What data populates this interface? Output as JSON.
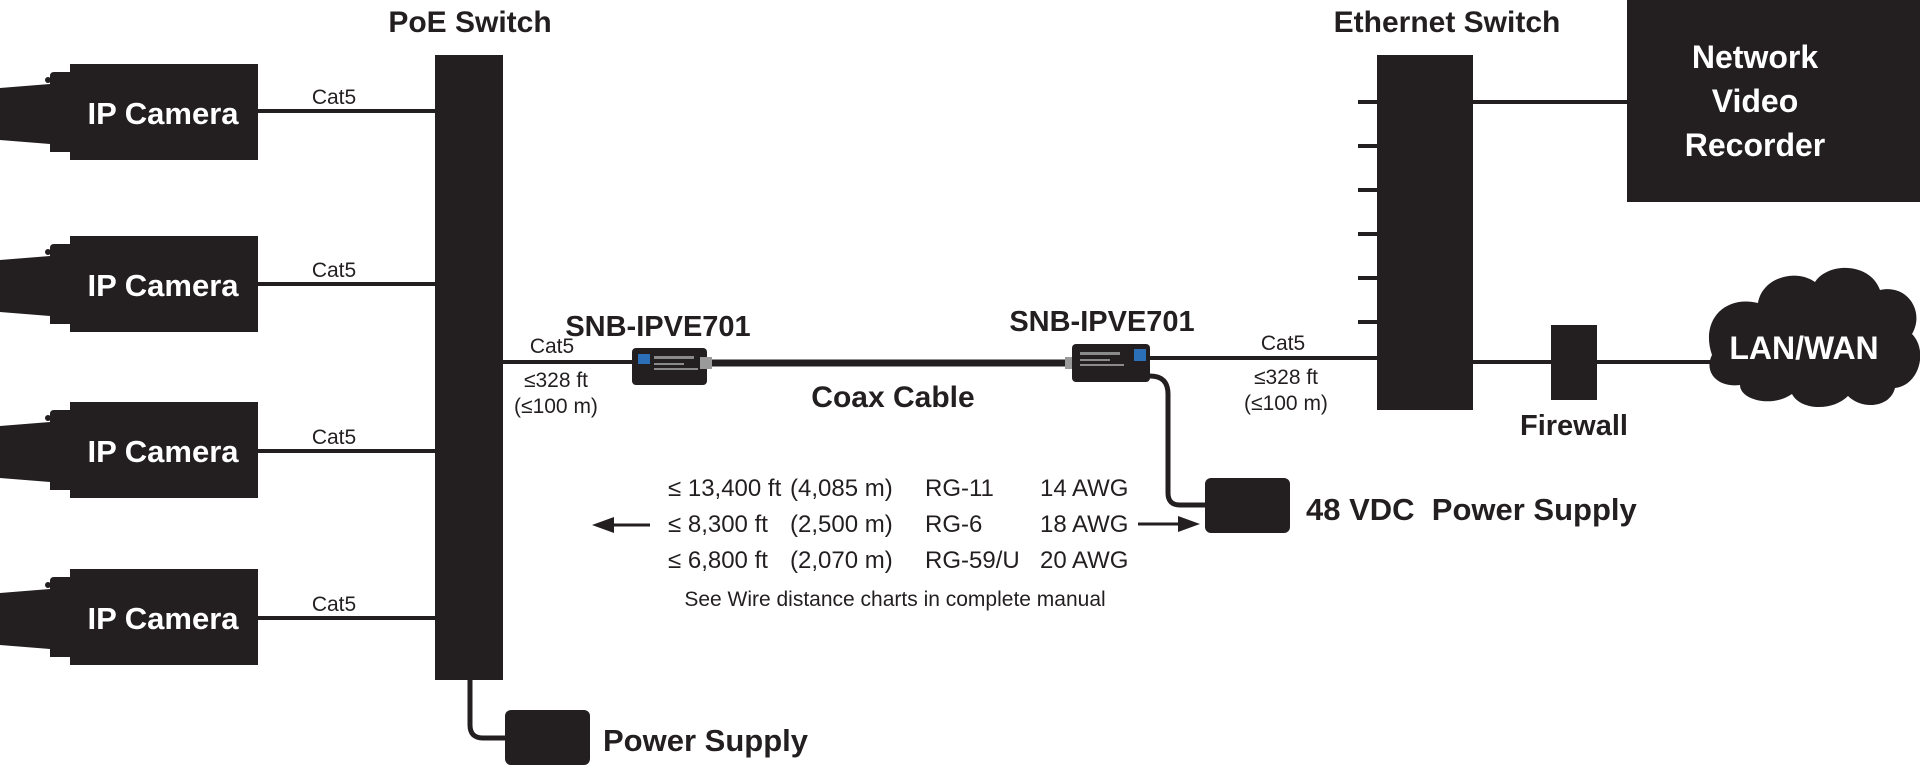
{
  "poe_switch": {
    "label": "PoE Switch"
  },
  "ethernet_switch": {
    "label": "Ethernet Switch"
  },
  "cameras": [
    {
      "label": "IP Camera",
      "cable": "Cat5"
    },
    {
      "label": "IP Camera",
      "cable": "Cat5"
    },
    {
      "label": "IP Camera",
      "cable": "Cat5"
    },
    {
      "label": "IP Camera",
      "cable": "Cat5"
    }
  ],
  "nvr": {
    "lines": [
      "Network",
      "Video",
      "Recorder"
    ]
  },
  "lan_wan": {
    "label": "LAN/WAN"
  },
  "firewall": {
    "label": "Firewall"
  },
  "transceiver_left": {
    "label": "SNB-IPVE701"
  },
  "transceiver_right": {
    "label": "SNB-IPVE701"
  },
  "left_link": {
    "cable": "Cat5",
    "distance_ft": "≤328 ft",
    "distance_m": "(≤100 m)"
  },
  "right_link": {
    "cable": "Cat5",
    "distance_ft": "≤328 ft",
    "distance_m": "(≤100 m)"
  },
  "coax": {
    "label": "Coax Cable"
  },
  "power_supply_48v": {
    "label": "48 VDC  Power Supply"
  },
  "power_supply": {
    "label": "Power Supply"
  },
  "distance_table": {
    "rows": [
      {
        "ft": "≤ 13,400 ft",
        "m": "(4,085 m)",
        "cable": "RG-11",
        "awg": "14 AWG"
      },
      {
        "ft": "≤ 8,300 ft",
        "m": "(2,500 m)",
        "cable": "RG-6",
        "awg": "18 AWG"
      },
      {
        "ft": "≤ 6,800 ft",
        "m": "(2,070 m)",
        "cable": "RG-59/U",
        "awg": "20 AWG"
      }
    ],
    "note": "See Wire distance charts in complete manual"
  },
  "colors": {
    "ink": "#231f20",
    "background": "#ffffff",
    "led_blue": "#2a6fb7"
  }
}
